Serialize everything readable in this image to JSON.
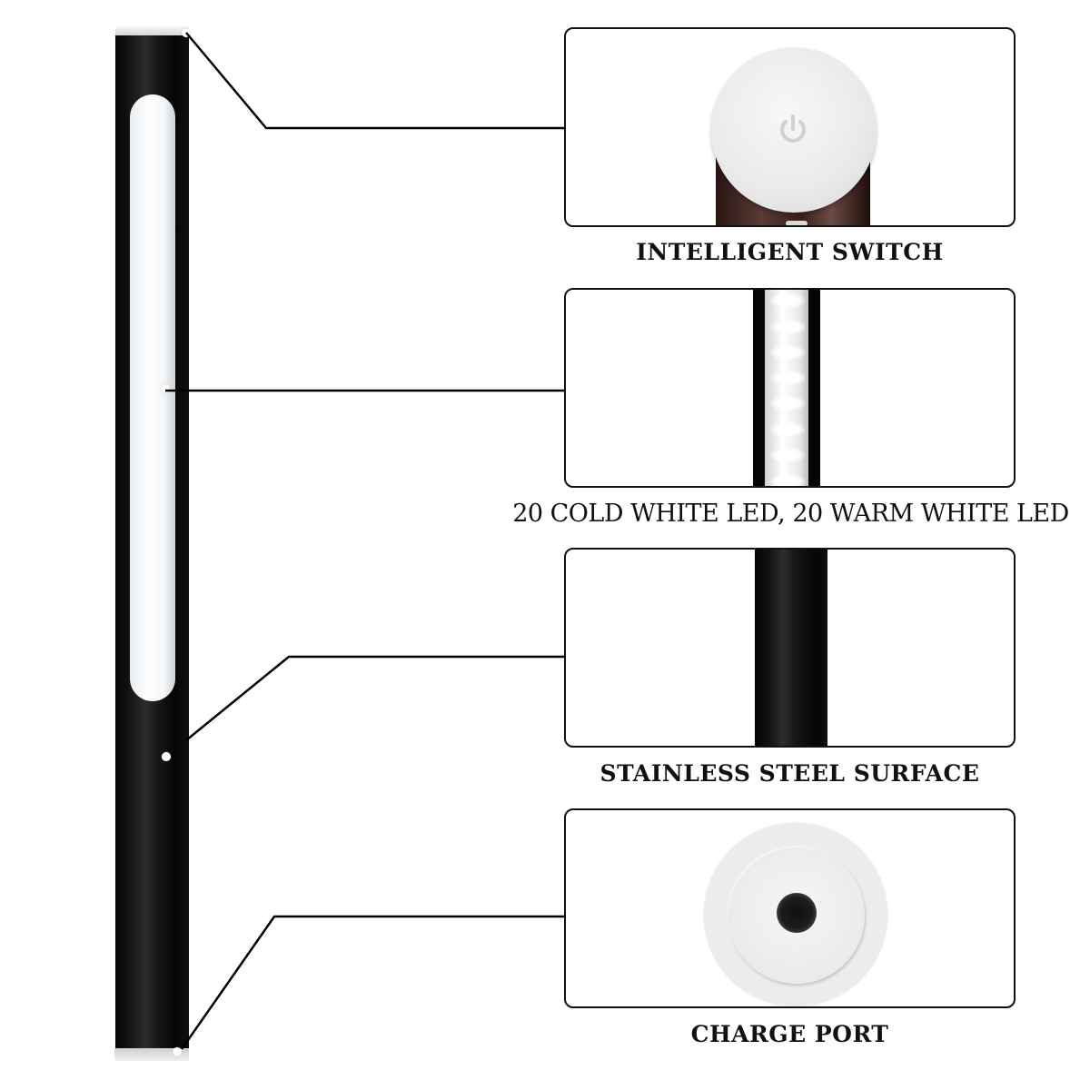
{
  "product": {
    "name": "LED light tube",
    "colors": {
      "tube": "#0a0a0a",
      "cap": "#e6e6e6",
      "panel_border": "#111111",
      "caption": "#111111",
      "switch_body": "#4a2c26"
    }
  },
  "callouts": [
    {
      "id": "switch",
      "caption": "INTELLIGENT SWITCH",
      "icon": "power-icon"
    },
    {
      "id": "led",
      "caption": "20 COLD WHITE LED, 20 WARM WHITE LED",
      "led_count_visible": 8
    },
    {
      "id": "surface",
      "caption": "STAINLESS STEEL SURFACE"
    },
    {
      "id": "charge",
      "caption": "CHARGE PORT",
      "icon": "charge-port-icon"
    }
  ]
}
